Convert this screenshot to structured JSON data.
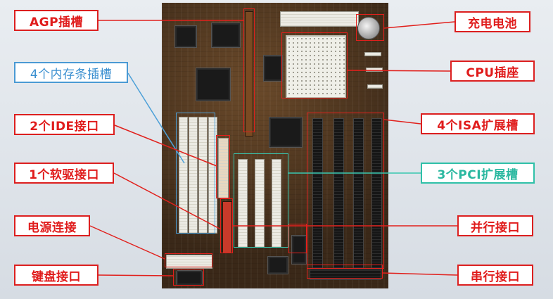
{
  "labels": {
    "agp": "AGP插槽",
    "memory": "4个内存条插槽",
    "ide": "2个IDE接口",
    "floppy": "1个软驱接口",
    "power": "电源连接",
    "keyboard": "键盘接口",
    "battery": "充电电池",
    "cpu": "CPU插座",
    "isa": "4个ISA扩展槽",
    "pci": "3个PCI扩展槽",
    "parallel": "并行接口",
    "serial": "串行接口"
  },
  "colors": {
    "red": "#e01c1c",
    "blue": "#3a8fd0",
    "teal": "#2ab8a0",
    "board": "#3a2818"
  }
}
